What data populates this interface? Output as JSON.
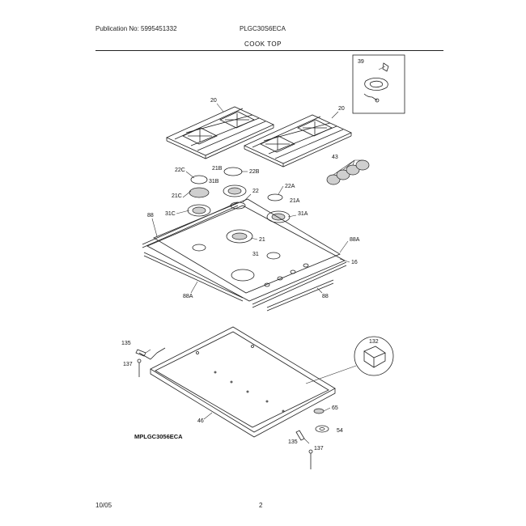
{
  "header": {
    "publication": "Publication No: 5995451332",
    "model": "PLGC30S6ECA",
    "section_title": "COOK TOP"
  },
  "footer": {
    "date": "10/05",
    "page_number": "2"
  },
  "model_label": "MPLGC3056ECA",
  "callouts": {
    "grate_left": "20",
    "grate_right": "20",
    "inset": "39",
    "knobs": "43",
    "cap_22C": "22C",
    "head_21B": "21B",
    "cap_22B": "22B",
    "base_31B": "31B",
    "cap_22A": "22A",
    "cap_22": "22",
    "head_21C": "21C",
    "head_21A": "21A",
    "trim_88_left": "88",
    "base_31C": "31C",
    "base_31A": "31A",
    "trim_88A_right": "88A",
    "head_21": "21",
    "base_31": "31",
    "cooktop_16": "16",
    "trim_88A_left": "88A",
    "trim_88_bottom": "88",
    "screw_135": "135",
    "screw_137_left": "137",
    "module_132": "132",
    "pan_46": "46",
    "part_65": "65",
    "part_54": "54",
    "screw_135_bottom": "135",
    "screw_137_bottom": "137"
  }
}
